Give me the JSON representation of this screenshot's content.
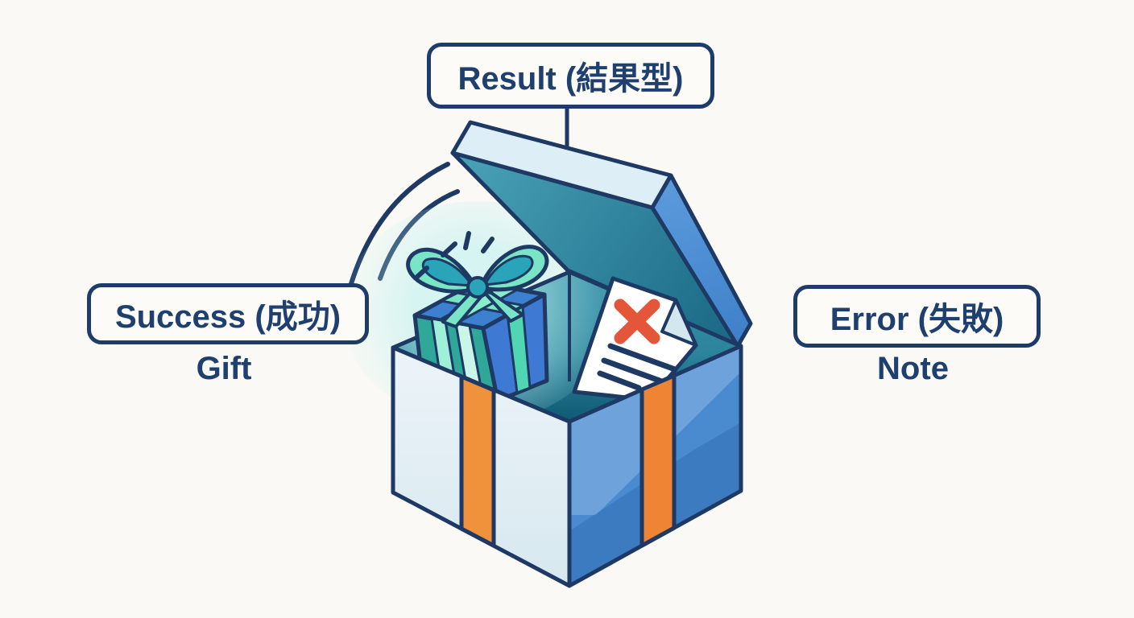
{
  "page": {
    "background": "#faf9f5"
  },
  "labels": {
    "result": "Result (結果型)",
    "success": "Success (成功)",
    "success_caption": "Gift",
    "error": "Error (失敗)",
    "error_caption": "Note"
  },
  "illustration": {
    "description": "Open isometric gift box; a wrapped gift with mint bow (success) and a white note with red X (error) inside",
    "icons": [
      "gift-icon",
      "error-note-icon",
      "x-mark-icon",
      "sparkle-icon",
      "motion-arc-icon"
    ]
  },
  "colors": {
    "outline_navy": "#1e3a64",
    "text_navy": "#1f406f",
    "label_border": "#1e3c69",
    "box_left_face": "#e6f0f6",
    "box_right_face": "#4a8ace",
    "ribbon_orange": "#ef8d38",
    "lid_top": "#ddeef6",
    "lid_underside_teal": "#2f7e9a",
    "lid_edge_blue": "#4d90d8",
    "interior_teal": "#27809a",
    "glow_cyan": "#d7f7f3",
    "gift_blue": "#3c80d0",
    "gift_mint": "#79e4c6",
    "gift_teal": "#2fa89a",
    "note_white": "#ffffff",
    "note_fold": "#d3e7ee",
    "x_red": "#e4563a"
  }
}
